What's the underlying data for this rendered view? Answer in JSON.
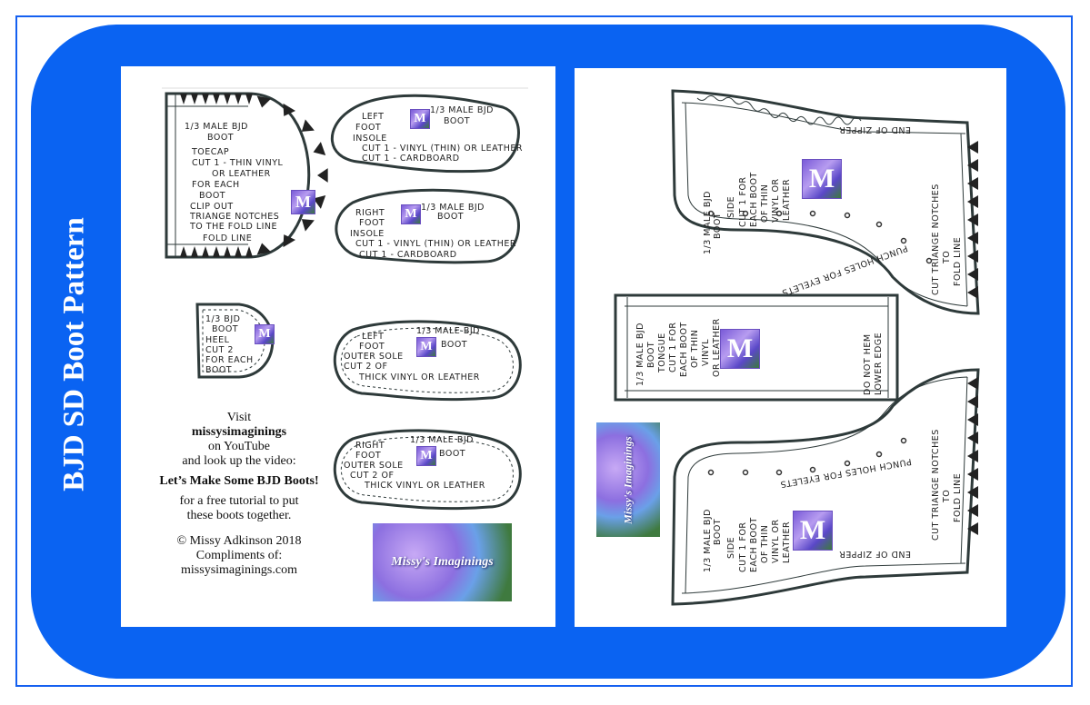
{
  "title": "BJD SD Boot Pattern",
  "left_page": {
    "toecap": {
      "lines": [
        "1/3 MALE BJD",
        "BOOT",
        "TOECAP",
        "CUT 1 - THIN VINYL",
        "OR LEATHER",
        "FOR EACH",
        "BOOT",
        "CLIP OUT",
        "TRIANGE NOTCHES",
        "TO THE FOLD LINE",
        "FOLD LINE"
      ]
    },
    "left_insole": {
      "lines": [
        "LEFT",
        "FOOT",
        "INSOLE",
        "1/3 MALE BJD",
        "BOOT",
        "CUT 1 - VINYL (THIN) OR LEATHER",
        "CUT 1 - CARDBOARD"
      ]
    },
    "right_insole": {
      "lines": [
        "RIGHT",
        "FOOT",
        "INSOLE",
        "1/3 MALE BJD",
        "BOOT",
        "CUT 1 - VINYL (THIN) OR LEATHER",
        "CUT 1 - CARDBOARD"
      ]
    },
    "heel": {
      "lines": [
        "1/3 BJD",
        "BOOT",
        "HEEL",
        "CUT 2",
        "FOR EACH",
        "BOOT"
      ]
    },
    "left_outer_sole": {
      "lines": [
        "LEFT",
        "FOOT",
        "OUTER SOLE",
        "CUT 2 OF",
        "THICK VINYL OR LEATHER",
        "1/3 MALE BJD",
        "BOOT"
      ]
    },
    "right_outer_sole": {
      "lines": [
        "RIGHT",
        "FOOT",
        "OUTER SOLE",
        "CUT 2 OF",
        "THICK VINYL OR LEATHER",
        "1/3 MALE BJD",
        "BOOT"
      ]
    },
    "info": {
      "visit": "Visit",
      "channel": "missysimaginings",
      "platform": "on YouTube",
      "lookup": "and look up the video:",
      "video": "Let’s Make Some BJD Boots!",
      "tutorial1": "for a free tutorial to put",
      "tutorial2": "these boots together.",
      "copyright": "© Missy Adkinson 2018",
      "compliments": "Compliments of:",
      "website": "missysimaginings.com"
    },
    "banner": "Missy's Imaginings"
  },
  "right_page": {
    "side_top": {
      "lines": [
        "1/3 MALE BJD",
        "BOOT",
        "SIDE",
        "CUT 1 FOR",
        "EACH BOOT",
        "OF THIN",
        "VINYL OR",
        "LEATHER"
      ],
      "zipper": "END OF ZIPPER",
      "eyelets": "PUNCH HOLES FOR EYELETS",
      "notches": [
        "CUT TRIANGE NOTCHES",
        "TO",
        "FOLD LINE"
      ]
    },
    "tongue": {
      "lines": [
        "1/3 MALE BJD",
        "BOOT",
        "TONGUE",
        "CUT 1 FOR",
        "EACH BOOT",
        "OF THIN",
        "VINYL",
        "OR LEATHER"
      ],
      "hem": [
        "DO NOT HEM",
        "LOWER EDGE"
      ]
    },
    "side_bottom": {
      "lines": [
        "1/3 MALE BJD",
        "BOOT",
        "SIDE",
        "CUT 1 FOR",
        "EACH BOOT",
        "OF THIN",
        "VINYL OR",
        "LEATHER"
      ],
      "zipper": "END OF ZIPPER",
      "eyelets": "PUNCH HOLES FOR EYELETS",
      "notches": [
        "CUT TRIANGE NOTCHES",
        "TO",
        "FOLD LINE"
      ]
    },
    "banner": "Missy's Imaginings"
  },
  "logo_letter": "M",
  "colors": {
    "blue": "#0a63f2",
    "ink": "#2e3a3a"
  }
}
